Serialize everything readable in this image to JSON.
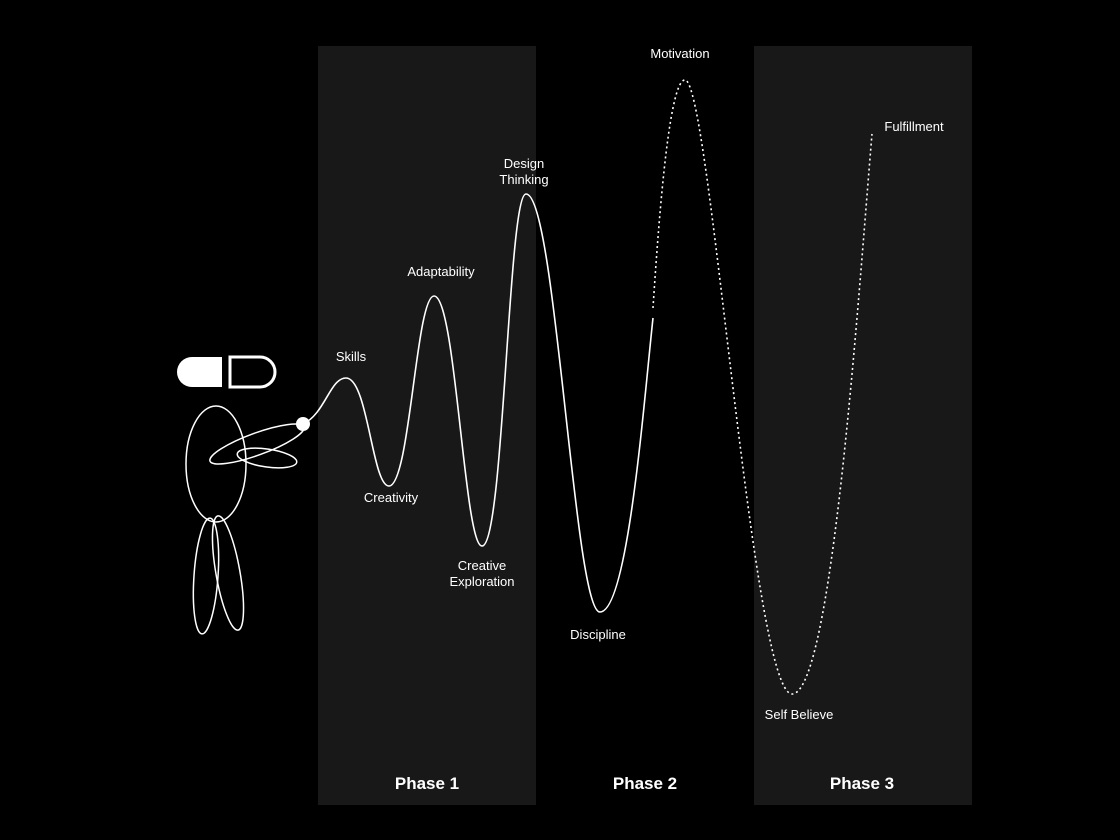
{
  "colors": {
    "background": "#000000",
    "panel": "#181818",
    "stroke": "#ffffff"
  },
  "phases": [
    {
      "label": "Phase 1",
      "shaded": true
    },
    {
      "label": "Phase 2",
      "shaded": false
    },
    {
      "label": "Phase 3",
      "shaded": true
    }
  ],
  "milestones": [
    {
      "label": "Skills"
    },
    {
      "label": "Creativity"
    },
    {
      "label": "Adaptability"
    },
    {
      "label": "Creative",
      "label2": "Exploration"
    },
    {
      "label": "Design",
      "label2": "Thinking"
    },
    {
      "label": "Discipline"
    },
    {
      "label": "Motivation"
    },
    {
      "label": "Self Believe"
    },
    {
      "label": "Fulfillment"
    }
  ],
  "figure": {
    "icon": "person-holding-string-icon",
    "pill_icon": "capsule-icon"
  }
}
